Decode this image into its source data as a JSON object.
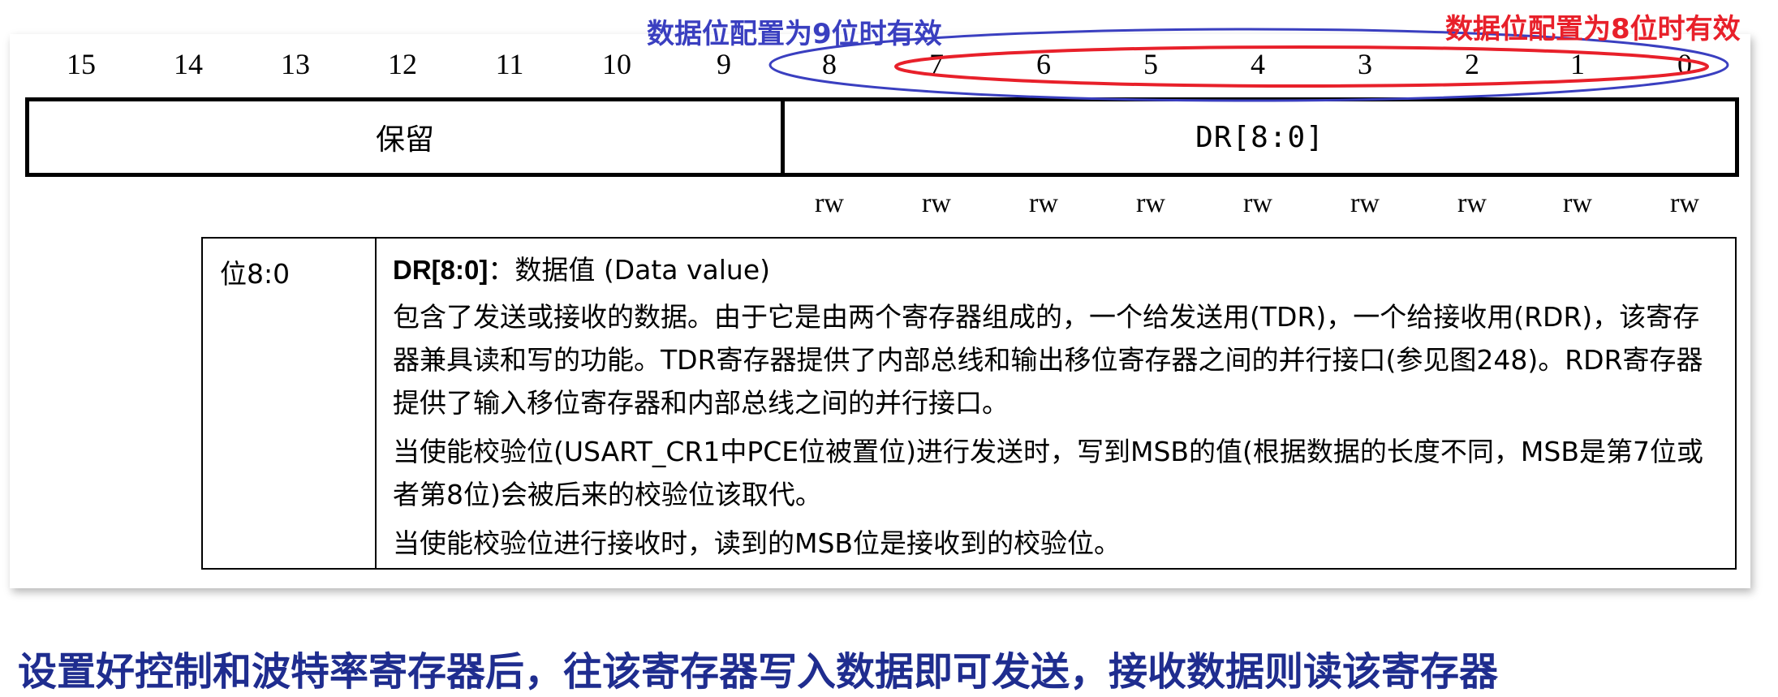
{
  "bit_numbers": [
    "15",
    "14",
    "13",
    "12",
    "11",
    "10",
    "9",
    "8",
    "7",
    "6",
    "5",
    "4",
    "3",
    "2",
    "1",
    "0"
  ],
  "register": {
    "reserved_label": "保留",
    "dr_label": "DR[8:0]"
  },
  "access": [
    "rw",
    "rw",
    "rw",
    "rw",
    "rw",
    "rw",
    "rw",
    "rw",
    "rw"
  ],
  "description": {
    "bits": "位8:0",
    "field_name": "DR[8:0]",
    "field_suffix": "：数据值 (Data value)",
    "para1": "包含了发送或接收的数据。由于它是由两个寄存器组成的，一个给发送用(TDR)，一个给接收用(RDR)，该寄存器兼具读和写的功能。TDR寄存器提供了内部总线和输出移位寄存器之间的并行接口(参见图248)。RDR寄存器提供了输入移位寄存器和内部总线之间的并行接口。",
    "para2": "当使能校验位(USART_CR1中PCE位被置位)进行发送时，写到MSB的值(根据数据的长度不同，MSB是第7位或者第8位)会被后来的校验位该取代。",
    "para3": "当使能校验位进行接收时，读到的MSB位是接收到的校验位。"
  },
  "annotations": {
    "nine_bit": "数据位配置为9位时有效",
    "eight_bit": "数据位配置为8位时有效",
    "nine_bit_color": "#3a3fc0",
    "eight_bit_color": "#e8202a"
  },
  "caption": "设置好控制和波特率寄存器后，往该寄存器写入数据即可发送，接收数据则读该寄存器"
}
